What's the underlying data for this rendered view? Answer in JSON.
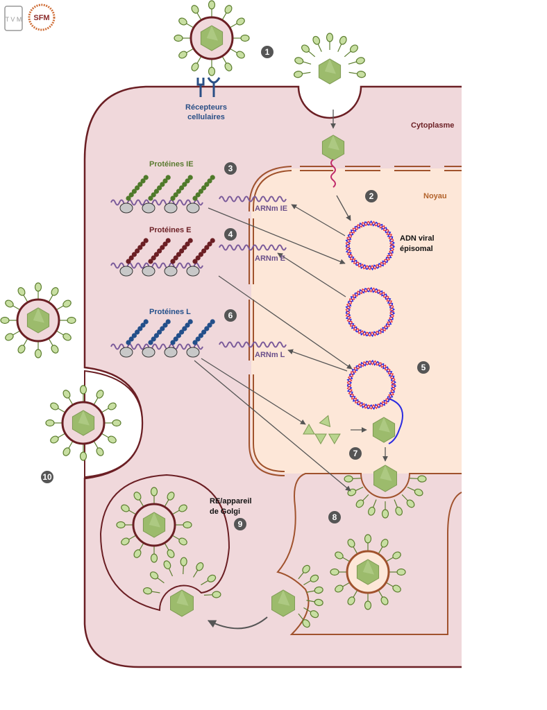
{
  "logos": {
    "tvm": "TVM",
    "sfm": "SFM"
  },
  "labels": {
    "receptors_1": "Récepteurs",
    "receptors_2": "cellulaires",
    "cytoplasm": "Cytoplasme",
    "nucleus": "Noyau",
    "proteins_ie": "Protéines IE",
    "proteins_e": "Protéines E",
    "proteins_l": "Protéines L",
    "mrna_ie": "ARNm IE",
    "mrna_e": "ARNm E",
    "mrna_l": "ARNm L",
    "dna_1": "ADN viral",
    "dna_2": "épisomal",
    "golgi_1": "RE/appareil",
    "golgi_2": "de Golgi"
  },
  "steps": [
    "1",
    "2",
    "3",
    "4",
    "5",
    "6",
    "7",
    "8",
    "9",
    "10"
  ],
  "colors": {
    "cell_fill": "#f0d8db",
    "cell_border": "#6b1f24",
    "nucleus_fill": "#fde7d8",
    "nucleus_border": "#a0522d",
    "spike_fill": "#c8dfa2",
    "spike_stroke": "#5b7d2e",
    "capsid": "#9cbb6c",
    "protein_ie": "#4f7a2a",
    "protein_e": "#6b1f24",
    "protein_l": "#234f8a",
    "mrna": "#7a5a9a",
    "receptor": "#2a4f86"
  }
}
